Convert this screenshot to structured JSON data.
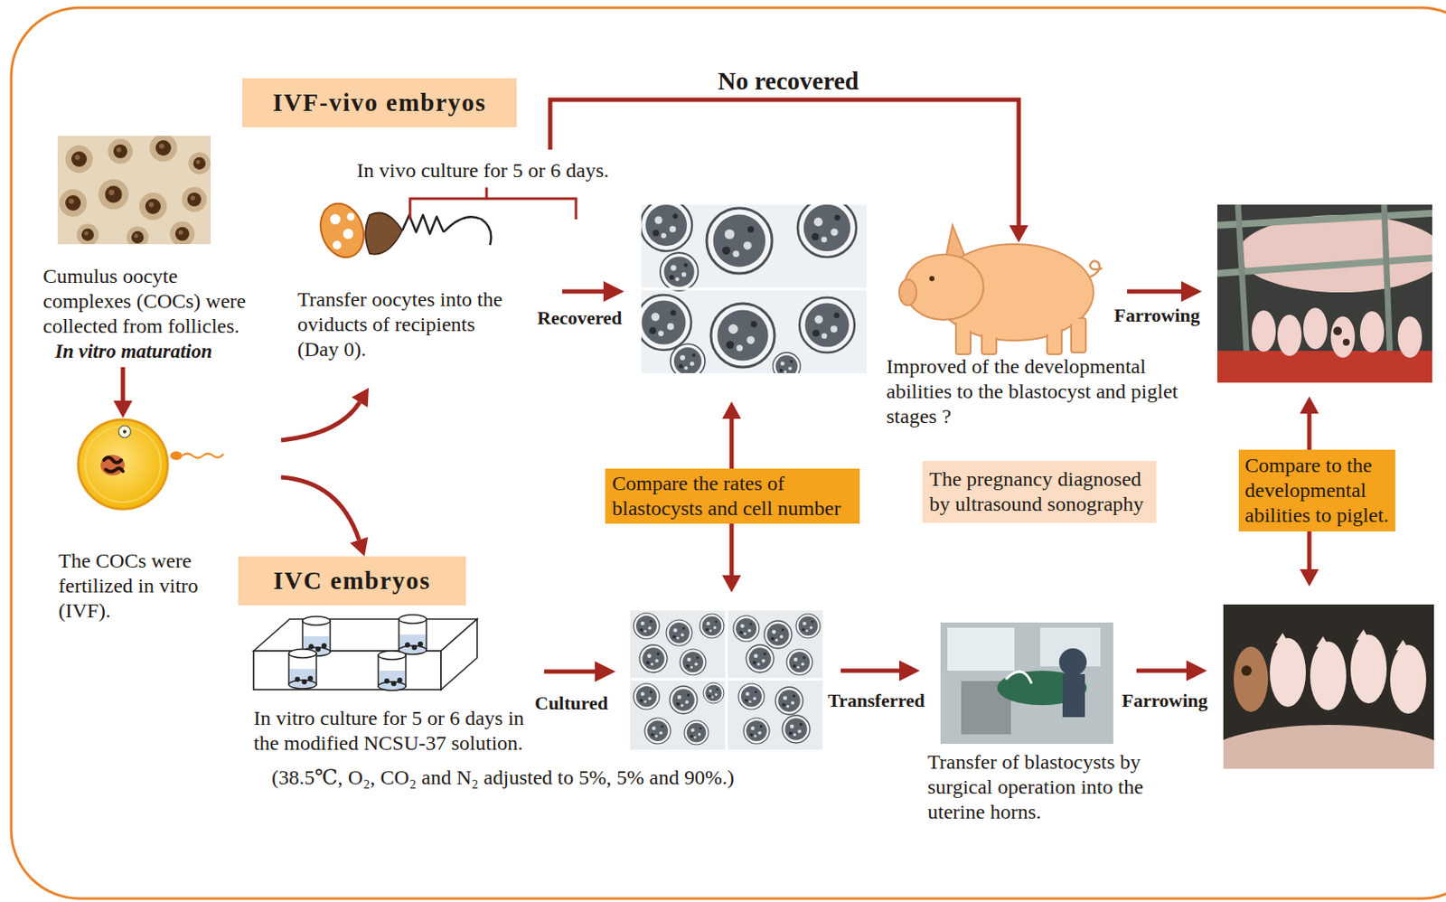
{
  "diagram": {
    "nodes": [
      {
        "text": [
          "Cumulus oocyte complexes (COCs) were collected from follicles.",
          "In vitro maturation"
        ]
      },
      {
        "text": [
          "The COCs were fertilized in vitro (IVF)."
        ]
      },
      {
        "text": [
          "IVF-vivo embryos"
        ]
      },
      {
        "text": [
          "In vivo culture for 5 or 6 days.",
          "Transfer oocytes into the oviducts of recipients (Day 0)."
        ]
      },
      {
        "text": [
          "Improved of the developmental abilities to the blastocyst and piglet stages ?"
        ]
      },
      {
        "text": [
          "Compare the rates of blastocysts and cell number"
        ]
      },
      {
        "text": [
          "The pregnancy diagnosed by ultrasound sonography"
        ]
      },
      {
        "text": [
          "Compare to the developmental abilities to piglet."
        ]
      },
      {
        "text": [
          "IVC embryos"
        ]
      },
      {
        "text": [
          "In vitro culture for 5 or 6 days in the modified NCSU-37 solution.",
          "(38.5℃, O₂, CO₂ and N₂ adjusted to 5%, 5% and 90%.)"
        ]
      },
      {
        "text": [
          "Transfer of blastocysts by surgical operation into the uterine horns."
        ]
      }
    ],
    "edges": [
      {
        "from": 0,
        "to": 1,
        "arrow": "to"
      },
      {
        "from": 1,
        "to": 3,
        "arrow": "to"
      },
      {
        "from": 1,
        "to": 8,
        "arrow": "to"
      },
      {
        "from": 3,
        "to": 4,
        "label": "No recovered",
        "arrow": "to"
      }
    ],
    "labels": [
      "Recovered",
      "Farrowing",
      "Cultured",
      "Transferred",
      "Farrowing"
    ]
  }
}
